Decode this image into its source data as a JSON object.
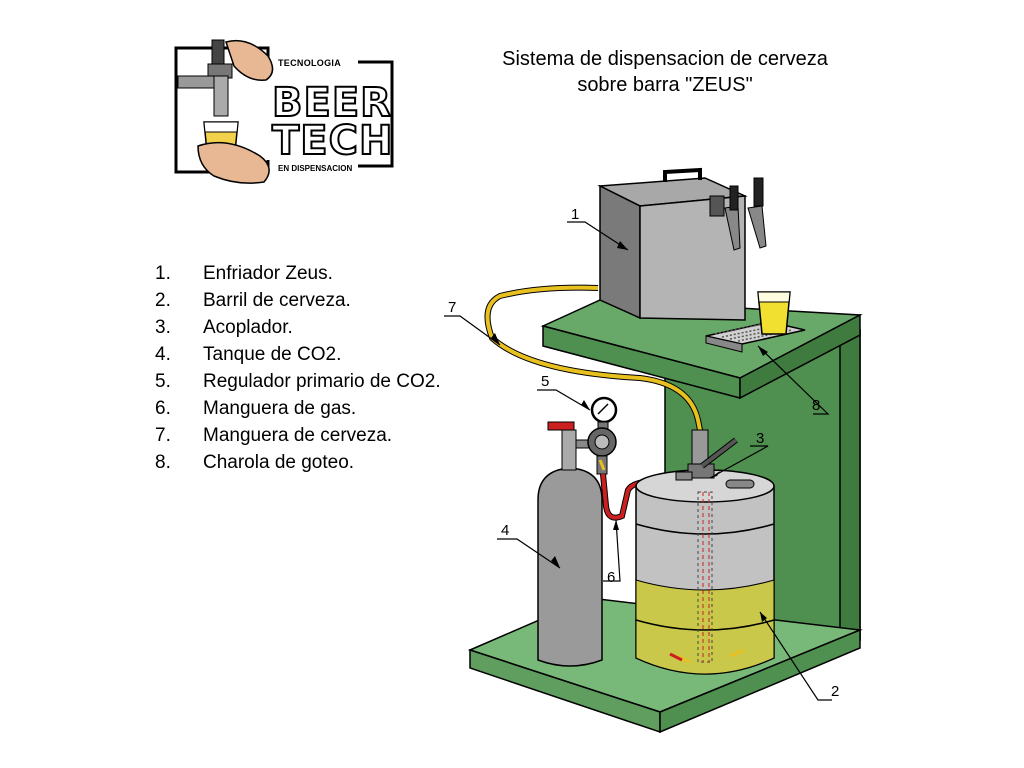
{
  "logo": {
    "top_text": "TECNOLOGIA",
    "line1": "BEER",
    "line2": "TECH",
    "bottom_text": "EN DISPENSACION"
  },
  "title": {
    "line1": "Sistema de dispensacion de cerveza",
    "line2": "sobre barra \"ZEUS\""
  },
  "legend": [
    {
      "num": "1.",
      "text": "Enfriador Zeus."
    },
    {
      "num": "2.",
      "text": "Barril de cerveza."
    },
    {
      "num": "3.",
      "text": "Acoplador."
    },
    {
      "num": "4.",
      "text": "Tanque de CO2."
    },
    {
      "num": "5.",
      "text": "Regulador primario de CO2."
    },
    {
      "num": "6.",
      "text": "Manguera de gas."
    },
    {
      "num": "7.",
      "text": "Manguera de cerveza."
    },
    {
      "num": "8.",
      "text": "Charola de goteo."
    }
  ],
  "callouts": {
    "c1": "1",
    "c2": "2",
    "c3": "3",
    "c4": "4",
    "c5": "5",
    "c6": "6",
    "c7": "7",
    "c8": "8"
  },
  "colors": {
    "stand": "#5f9e5f",
    "cooler": "#8c8c8c",
    "beer_hose": "#e8c020",
    "gas_hose": "#cc2020",
    "beer": "#c9c84a",
    "keg": "#b8b8b8",
    "tank": "#9a9a9a"
  }
}
